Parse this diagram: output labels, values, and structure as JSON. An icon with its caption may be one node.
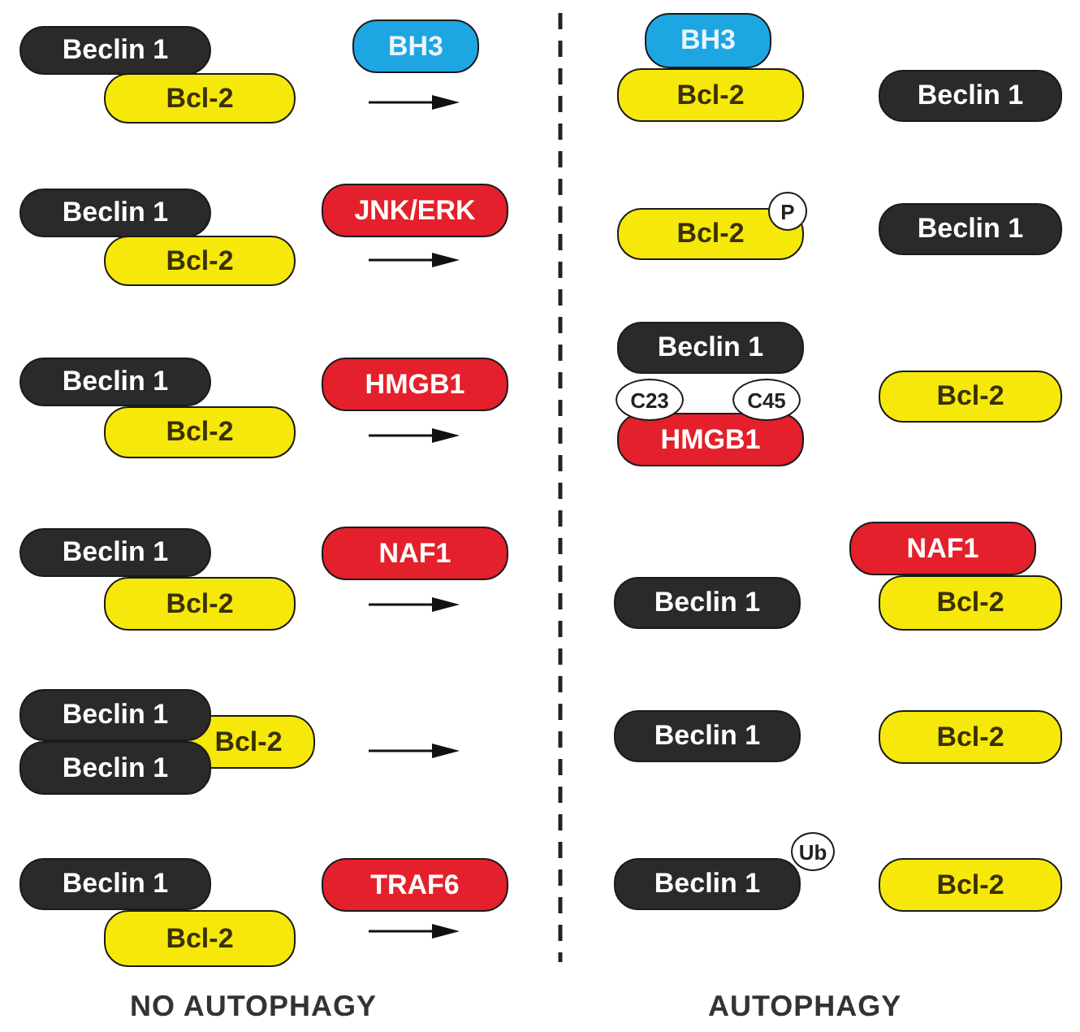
{
  "diagram": {
    "nodes": [
      {
        "text": [
          "Beclin 1"
        ]
      },
      {
        "text": [
          "Bcl-2"
        ]
      },
      {
        "text": [
          "BH3"
        ]
      },
      {
        "text": [
          "BH3"
        ]
      },
      {
        "text": [
          "Bcl-2"
        ]
      },
      {
        "text": [
          "Beclin 1"
        ]
      },
      {
        "text": [
          "Beclin 1"
        ]
      },
      {
        "text": [
          "Bcl-2"
        ]
      },
      {
        "text": [
          "JNK/ERK"
        ]
      },
      {
        "text": [
          "Bcl-2"
        ]
      },
      {
        "text": [
          "P"
        ]
      },
      {
        "text": [
          "Beclin 1"
        ]
      },
      {
        "text": [
          "Beclin 1"
        ]
      },
      {
        "text": [
          "Bcl-2"
        ]
      },
      {
        "text": [
          "HMGB1"
        ]
      },
      {
        "text": [
          "Beclin 1"
        ]
      },
      {
        "text": [
          "C23"
        ]
      },
      {
        "text": [
          "C45"
        ]
      },
      {
        "text": [
          "HMGB1"
        ]
      },
      {
        "text": [
          "Bcl-2"
        ]
      },
      {
        "text": [
          "Beclin 1"
        ]
      },
      {
        "text": [
          "Bcl-2"
        ]
      },
      {
        "text": [
          "NAF1"
        ]
      },
      {
        "text": [
          "NAF1"
        ]
      },
      {
        "text": [
          "Beclin 1"
        ]
      },
      {
        "text": [
          "Bcl-2"
        ]
      },
      {
        "text": [
          "Beclin 1"
        ]
      },
      {
        "text": [
          "Bcl-2"
        ]
      },
      {
        "text": [
          "Beclin 1"
        ]
      },
      {
        "text": [
          "Beclin 1"
        ]
      },
      {
        "text": [
          "Bcl-2"
        ]
      },
      {
        "text": [
          "Beclin 1"
        ]
      },
      {
        "text": [
          "Bcl-2"
        ]
      },
      {
        "text": [
          "TRAF6"
        ]
      },
      {
        "text": [
          "Ub"
        ]
      },
      {
        "text": [
          "Beclin 1"
        ]
      },
      {
        "text": [
          "Bcl-2"
        ]
      }
    ],
    "labels": [
      "NO AUTOPHAGY",
      "AUTOPHAGY"
    ]
  }
}
